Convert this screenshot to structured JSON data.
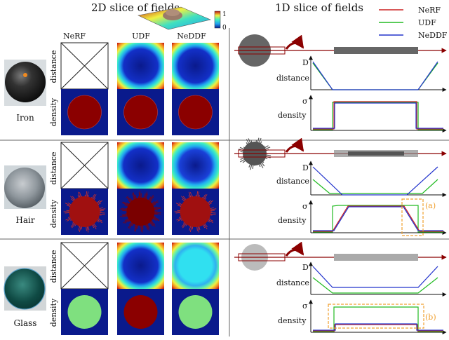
{
  "title_2d": "2D slice of fields",
  "title_1d": "1D slice of fields",
  "columns": [
    "NeRF",
    "UDF",
    "NeDDF"
  ],
  "colorbar": {
    "top": "1",
    "bottom": "0"
  },
  "field_labels": {
    "distance": "distance",
    "density": "density"
  },
  "axis_symbols": {
    "distance": "D",
    "density": "σ"
  },
  "legend": [
    {
      "name": "NeRF",
      "color": "#cc2222"
    },
    {
      "name": "UDF",
      "color": "#22bb22"
    },
    {
      "name": "NeDDF",
      "color": "#2233cc"
    }
  ],
  "materials": [
    {
      "name": "Iron"
    },
    {
      "name": "Hair",
      "annotation": "(a)"
    },
    {
      "name": "Glass",
      "annotation": "(b)"
    }
  ],
  "colors": {
    "density_fill_solid": "#8b0000",
    "density_fill_glass": "#7fe07f",
    "density_background": "#0a1a8c",
    "annotation": "#f0a030",
    "arrow": "#8b0000"
  }
}
